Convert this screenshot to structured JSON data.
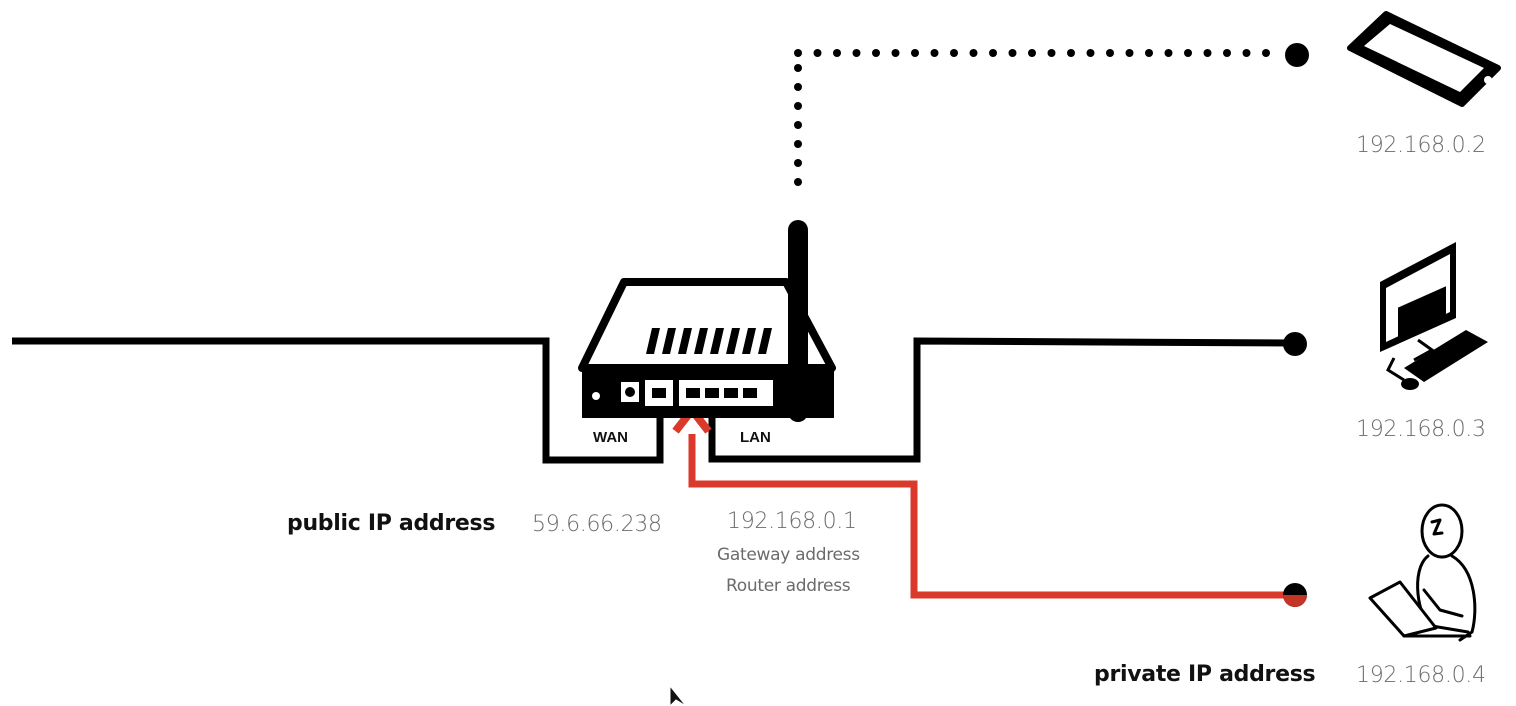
{
  "colors": {
    "ink": "#000000",
    "accent": "#d93a2b",
    "label": "#6b6b6b"
  },
  "router": {
    "wan_label": "WAN",
    "lan_label": "LAN",
    "ip": "192.168.0.1",
    "gateway_label": "Gateway address",
    "router_label": "Router address"
  },
  "public": {
    "label": "public IP address",
    "ip": "59.6.66.238"
  },
  "private": {
    "label": "private IP address"
  },
  "devices": [
    {
      "icon": "smartphone-icon",
      "ip": "192.168.0.2",
      "link": "wireless"
    },
    {
      "icon": "desktop-computer-icon",
      "ip": "192.168.0.3",
      "link": "wired"
    },
    {
      "icon": "person-with-laptop-icon",
      "ip": "192.168.0.4",
      "link": "wired-highlighted"
    }
  ]
}
